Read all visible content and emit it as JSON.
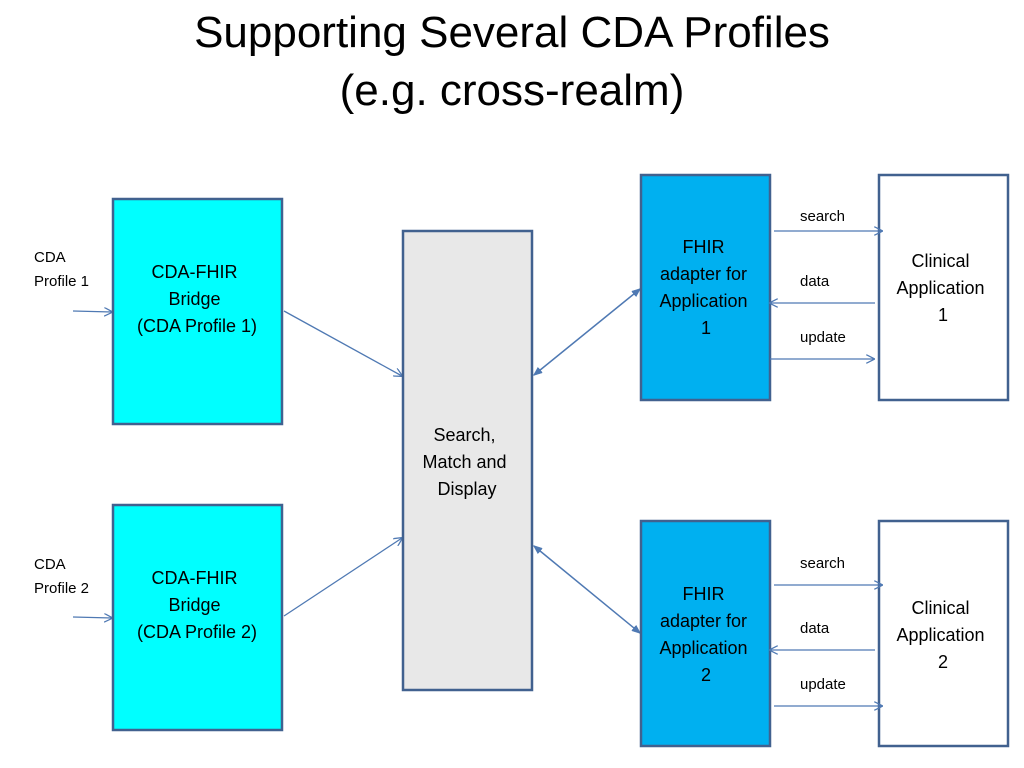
{
  "title": {
    "line1": "Supporting Several CDA Profiles",
    "line2": "(e.g. cross-realm)"
  },
  "colors": {
    "bridge_fill": "#00FFFF",
    "search_fill": "#E8E8E8",
    "adapter_fill": "#00B0F0",
    "clinical_fill": "#FFFFFF",
    "border": "#41618F",
    "arrow": "#4F79B3"
  },
  "inputs": [
    {
      "line1": "CDA",
      "line2": "Profile  1"
    },
    {
      "line1": "CDA",
      "line2": "Profile  2"
    }
  ],
  "bridges": [
    {
      "lines": [
        "CDA-FHIR",
        "Bridge",
        "(CDA Profile 1)"
      ]
    },
    {
      "lines": [
        "CDA-FHIR",
        "Bridge",
        "(CDA Profile 2)"
      ]
    }
  ],
  "search_box": {
    "lines": [
      "Search,",
      "Match and",
      "Display"
    ]
  },
  "adapters": [
    {
      "lines": [
        "FHIR",
        "adapter for",
        "Application",
        "1"
      ]
    },
    {
      "lines": [
        "FHIR",
        "adapter for",
        "Application",
        "2"
      ]
    }
  ],
  "clinical_apps": [
    {
      "lines": [
        "Clinical",
        "Application",
        "1"
      ]
    },
    {
      "lines": [
        "Clinical",
        "Application",
        "2"
      ]
    }
  ],
  "edge_labels": [
    {
      "search": "search",
      "data": "data",
      "update": "update"
    },
    {
      "search": "search",
      "data": "data",
      "update": "update"
    }
  ]
}
